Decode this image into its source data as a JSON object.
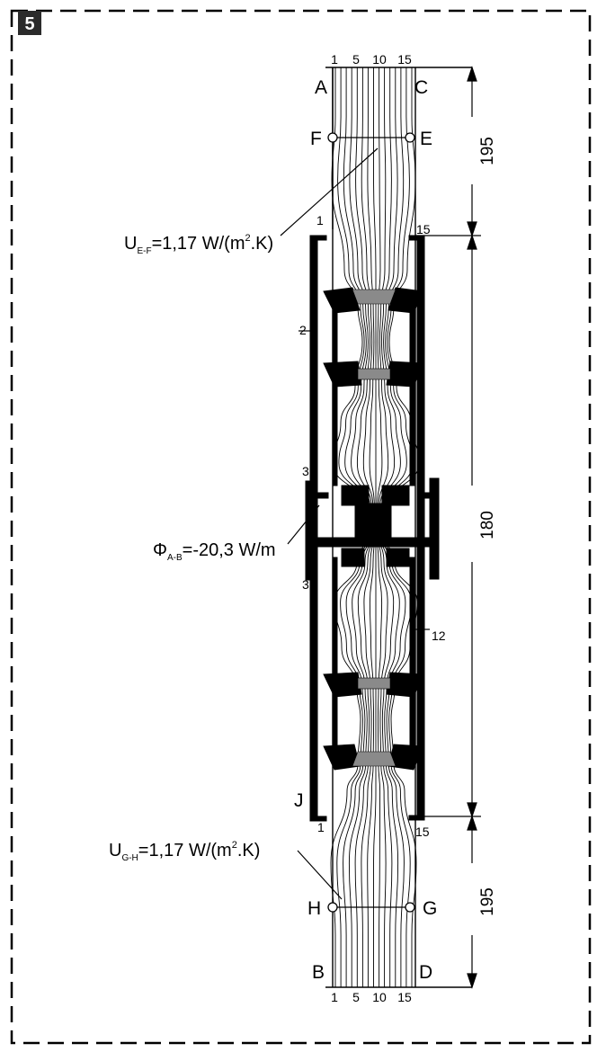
{
  "figure_number": "5",
  "scale_top": [
    "1",
    "5",
    "10",
    "15"
  ],
  "scale_bottom": [
    "1",
    "5",
    "10",
    "15"
  ],
  "corner_labels": {
    "A": "A",
    "B": "B",
    "C": "C",
    "D": "D",
    "E": "E",
    "F": "F",
    "G": "G",
    "H": "H",
    "J": "J"
  },
  "part_numbers": {
    "top_left_1": "1",
    "top_right_15": "15",
    "side_2": "2",
    "side_3_upper": "3",
    "side_3_lower": "3",
    "side_12": "12",
    "bottom_left_1": "1",
    "bottom_right_15": "15"
  },
  "dimensions": {
    "top": "195",
    "middle": "180",
    "bottom": "195"
  },
  "annotations": {
    "u_ef": {
      "symbol": "U",
      "sub": "E-F",
      "value": "=1,17 W/(m",
      "sup": "2",
      "tail": ".K)"
    },
    "phi_ab": {
      "symbol": "Φ",
      "sub": "A-B",
      "value": "=-20,3 W/m"
    },
    "u_gh": {
      "symbol": "U",
      "sub": "G-H",
      "value": "=1,17 W/(m",
      "sup": "2",
      "tail": ".K)"
    }
  }
}
